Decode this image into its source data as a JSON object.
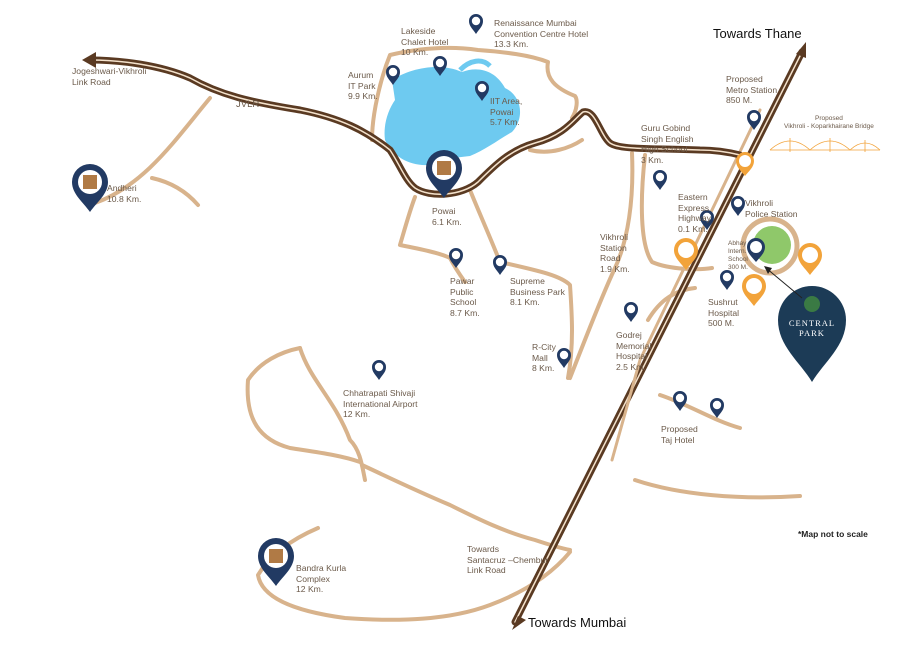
{
  "directions": {
    "thane": "Towards Thane",
    "mumbai": "Towards Mumbai",
    "jvlr": "JVLR",
    "jogeshwari": [
      "Jogeshwari-Vikhroli",
      "Link Road"
    ],
    "santacruz": [
      "Towards",
      "Santacruz –Chembur",
      "Link Road"
    ]
  },
  "places": {
    "lakeside": [
      "Lakeside",
      "Chalet Hotel",
      "10 Km."
    ],
    "renaissance": [
      "Renaissance Mumbai",
      "Convention Centre Hotel",
      "13.3 Km."
    ],
    "aurum": [
      "Aurum",
      "IT Park",
      "9.9 Km."
    ],
    "iit": [
      "IIT Area,",
      "Powai",
      "5.7 Km."
    ],
    "metro": [
      "Proposed",
      "Metro Station",
      "850 M."
    ],
    "bridge": [
      "Proposed",
      "Vikhroli - Koparkhairane Bridge"
    ],
    "gurugobind": [
      "Guru Gobind",
      "Singh English",
      "High School",
      "3 Km."
    ],
    "andheri": [
      "Andheri",
      "10.8 Km."
    ],
    "powai": [
      "Powai",
      "6.1 Km."
    ],
    "eastern": [
      "Eastern",
      "Express",
      "Highway",
      "0.1 Km."
    ],
    "police": [
      "Vikhroli",
      "Police Station"
    ],
    "abhay": [
      "Abhay",
      "Intern.",
      "School",
      "300 M."
    ],
    "vikhroli_station": [
      "Vikhroli",
      "Station",
      "Road",
      "1.9 Km."
    ],
    "pawar": [
      "Pawar",
      "Public",
      "School",
      "8.7 Km."
    ],
    "supreme": [
      "Supreme",
      "Business Park",
      "8.1 Km."
    ],
    "sushrut": [
      "Sushrut",
      "Hospital",
      "500 M."
    ],
    "godrej": [
      "Godrej",
      "Memorial",
      "Hospital",
      "2.5 Km."
    ],
    "rcity": [
      "R-City",
      "Mall",
      "8 Km."
    ],
    "airport": [
      "Chhatrapati Shivaji",
      "International Airport",
      "12 Km."
    ],
    "taj": [
      "Proposed",
      "Taj Hotel"
    ],
    "bkc": [
      "Bandra Kurla",
      "Complex",
      "12 Km."
    ]
  },
  "central_park": [
    "CENTRAL",
    "PARK"
  ],
  "note": "*Map not to scale",
  "colors": {
    "road": "#d8b38c",
    "highway": "#5a3a22",
    "lake": "#6ecaf0",
    "pin": "#223a63",
    "project": "#1c3b56",
    "park": "#8fc86a",
    "orange": "#f2a33a"
  }
}
